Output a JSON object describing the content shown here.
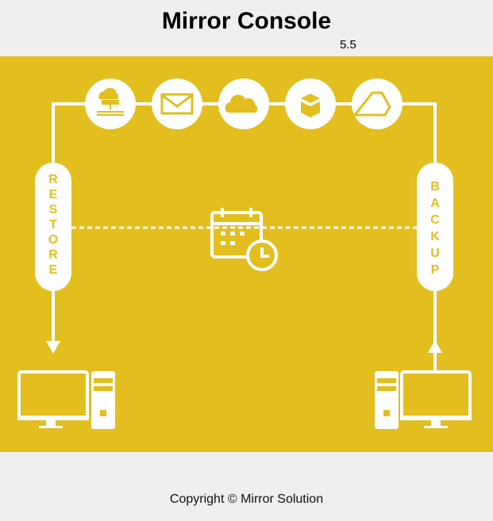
{
  "header": {
    "title": "Mirror Console",
    "version": "5.5"
  },
  "diagram": {
    "left_label": "RESTORE",
    "right_label": "BACKUP",
    "services": [
      "server-cloud-icon",
      "mail-icon",
      "onedrive-icon",
      "dropbox-icon",
      "google-drive-icon"
    ],
    "accent_color": "#e2be1f"
  },
  "footer": {
    "copyright": "Copyright © Mirror Solution"
  }
}
